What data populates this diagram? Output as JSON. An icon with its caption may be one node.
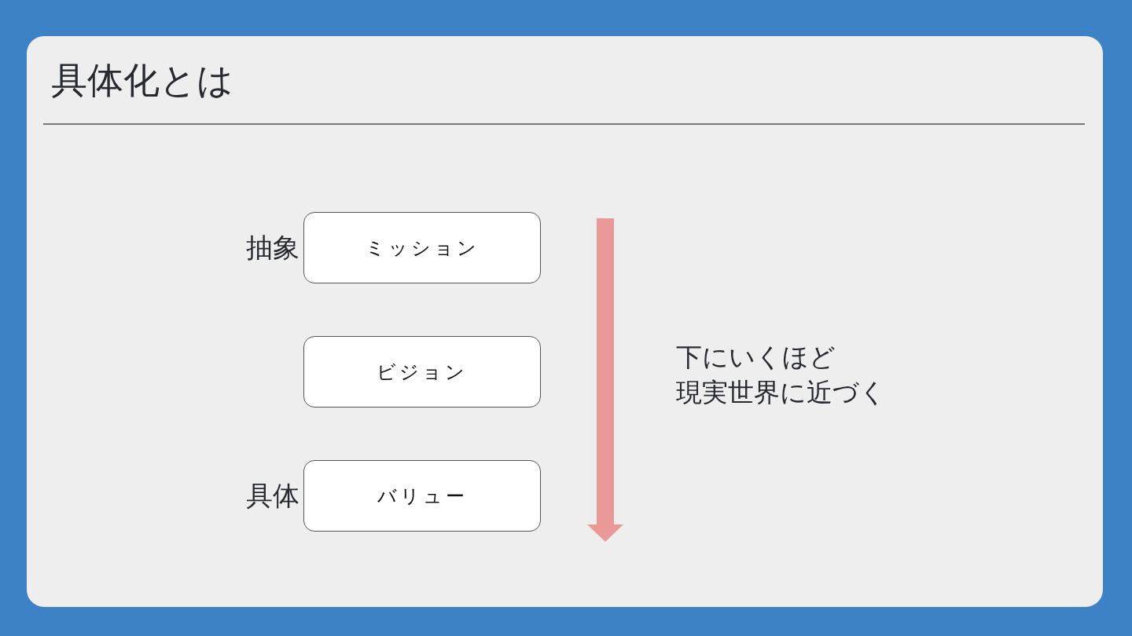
{
  "diagram": {
    "title": "具体化とは",
    "nodes": [
      {
        "text": [
          "ミッション"
        ],
        "beside": [
          "抽象"
        ]
      },
      {
        "text": [
          "ビジョン"
        ]
      },
      {
        "text": [
          "バリュー"
        ],
        "beside": [
          "具体"
        ]
      }
    ],
    "labels": [
      "下にいくほど現実世界に近づく"
    ]
  }
}
